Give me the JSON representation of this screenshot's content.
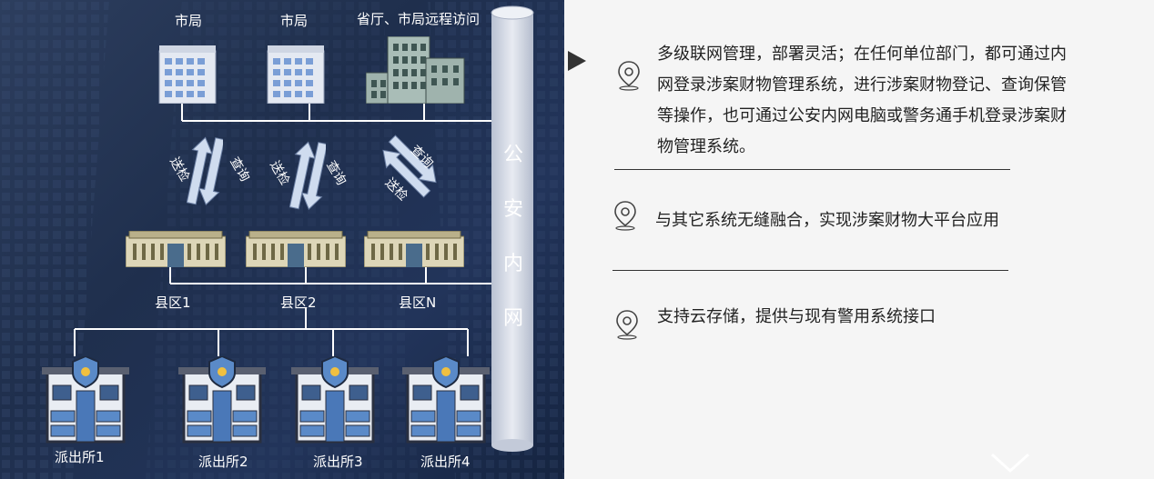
{
  "top_labels": [
    "市局",
    "市局",
    "省厅、市局远程访问"
  ],
  "arrow_labels": {
    "left_send": "送检",
    "left_query": "查询",
    "mid_send": "送检",
    "mid_query": "查询",
    "right_query": "查询",
    "right_send": "送检"
  },
  "county_labels": [
    "县区1",
    "县区2",
    "县区N"
  ],
  "station_labels": [
    "派出所1",
    "派出所2",
    "派出所3",
    "派出所4"
  ],
  "pipe_chars": [
    "公",
    "安",
    "内",
    "网"
  ],
  "features": [
    {
      "lines": [
        "多级联网管理，部署灵活；在任何单位部门，都可通过内",
        "网登录涉案财物管理系统，进行涉案财物登记、查询保管",
        "等操作，也可通过公安内网电脑或警务通手机登录涉案财",
        "物管理系统。"
      ]
    },
    {
      "lines": [
        "与其它系统无缝融合，实现涉案财物大平台应用"
      ]
    },
    {
      "lines": [
        "支持云存储，提供与现有警用系统接口"
      ]
    }
  ],
  "colors": {
    "panel_bg": "#1f2f4d",
    "right_bg": "#f5f5f5",
    "pipe": "#d8dde8",
    "accent": "#9ec3e6"
  }
}
